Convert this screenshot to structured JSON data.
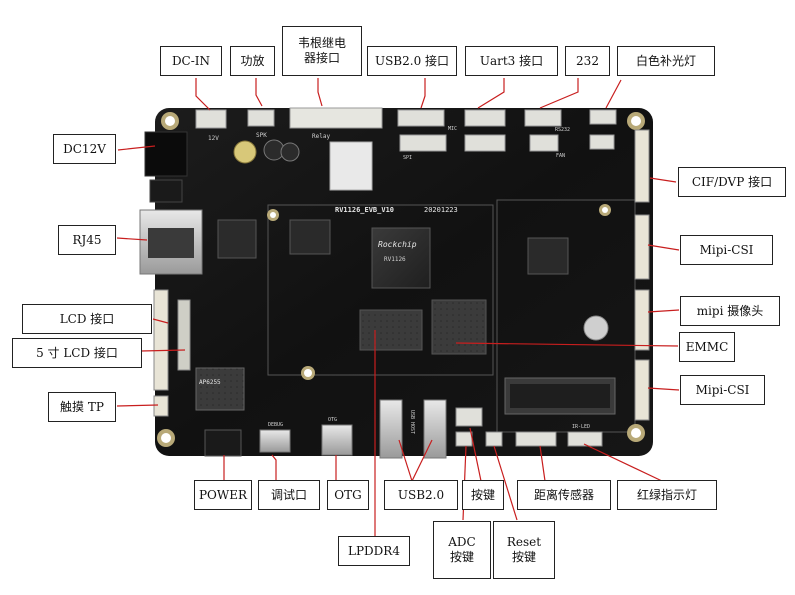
{
  "colors": {
    "board": "#111111",
    "connector": "#d9d9d4",
    "callout_line": "#c81e1e",
    "label_border": "#222222"
  },
  "board": {
    "silkscreen": {
      "model": "RV1126_EVB_V10",
      "date": "20201223",
      "chip_brand": "Rockchip",
      "chip_part": "RV1126",
      "header_12v": "12V",
      "header_spk": "SPK",
      "header_relay": "Relay",
      "header_mic": "MIC",
      "header_232": "RS232",
      "header_fan": "FAN",
      "header_spi": "SPI",
      "port_debug": "DEBUG",
      "port_otg": "OTG",
      "port_usb_host": "USB HOST",
      "header_ir": "IR-LED",
      "flash": "AP6255"
    }
  },
  "labels": {
    "dc_in": "DC-IN",
    "amp": "功放",
    "relay": "韦根继电\n器接口",
    "usb20_port": "USB2.0 接口",
    "uart3": "Uart3 接口",
    "rs232": "232",
    "white_light": "白色补光灯",
    "dc12v": "DC12V",
    "cif_dvp": "CIF/DVP 接口",
    "rj45": "RJ45",
    "mipi_csi_1": "Mipi-CSI",
    "lcd_port": "LCD 接口",
    "mipi_camera": "mipi 摄像头",
    "lcd_5inch": "5 寸 LCD 接口",
    "emmc": "EMMC",
    "touch_tp": "触摸 TP",
    "mipi_csi_2": "Mipi-CSI",
    "power": "POWER",
    "debug_port": "调试口",
    "otg": "OTG",
    "usb20": "USB2.0",
    "key": "按键",
    "distance_sensor": "距离传感器",
    "rg_indicator": "红绿指示灯",
    "lpddr4": "LPDDR4",
    "adc_key": "ADC\n按键",
    "reset_key": "Reset\n按键"
  }
}
